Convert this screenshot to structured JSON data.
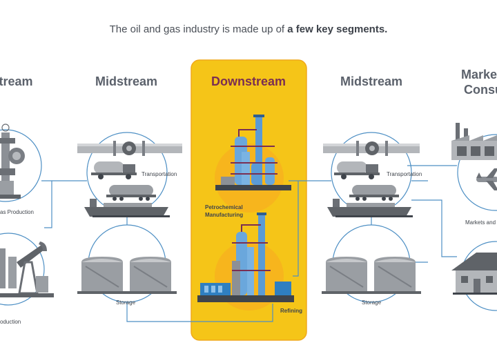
{
  "intro": {
    "text": "The oil and gas industry is made up of ",
    "emphasis": "a few key segments."
  },
  "columns": {
    "upstream": "tream",
    "midstream_left": "Midstream",
    "downstream": "Downstream",
    "midstream_right": "Midstream",
    "markets_line1": "Market",
    "markets_line2": "Consu"
  },
  "labels": {
    "gas_production": "as Production",
    "oil_production": "oduction",
    "transportation_left": "Transportation",
    "storage_left": "Storage",
    "petrochemical": "Petrochemical",
    "manufacturing": "Manufacturing",
    "refining": "Refining",
    "transportation_right": "Transportation",
    "storage_right": "Storage",
    "markets": "Markets and"
  },
  "colors": {
    "highlight_yellow": "#f5c518",
    "highlight_border": "#f0a91c",
    "connector_blue": "#4d8fc4",
    "downstream_title": "#7a2e52",
    "equipment_blue": "#5b9bd5",
    "equipment_gray": "#8c9096"
  },
  "icons": {
    "wellhead": "wellhead-icon",
    "pumpjack": "pumpjack-icon",
    "pipeline": "pipeline-icon",
    "truck": "tanker-truck-icon",
    "railcar": "rail-tank-car-icon",
    "ship": "tanker-ship-icon",
    "tanks": "storage-tanks-icon",
    "petrochem": "petrochemical-plant-icon",
    "refinery": "refinery-icon",
    "factory": "factory-icon",
    "airplane": "airplane-icon",
    "house": "house-icon"
  }
}
